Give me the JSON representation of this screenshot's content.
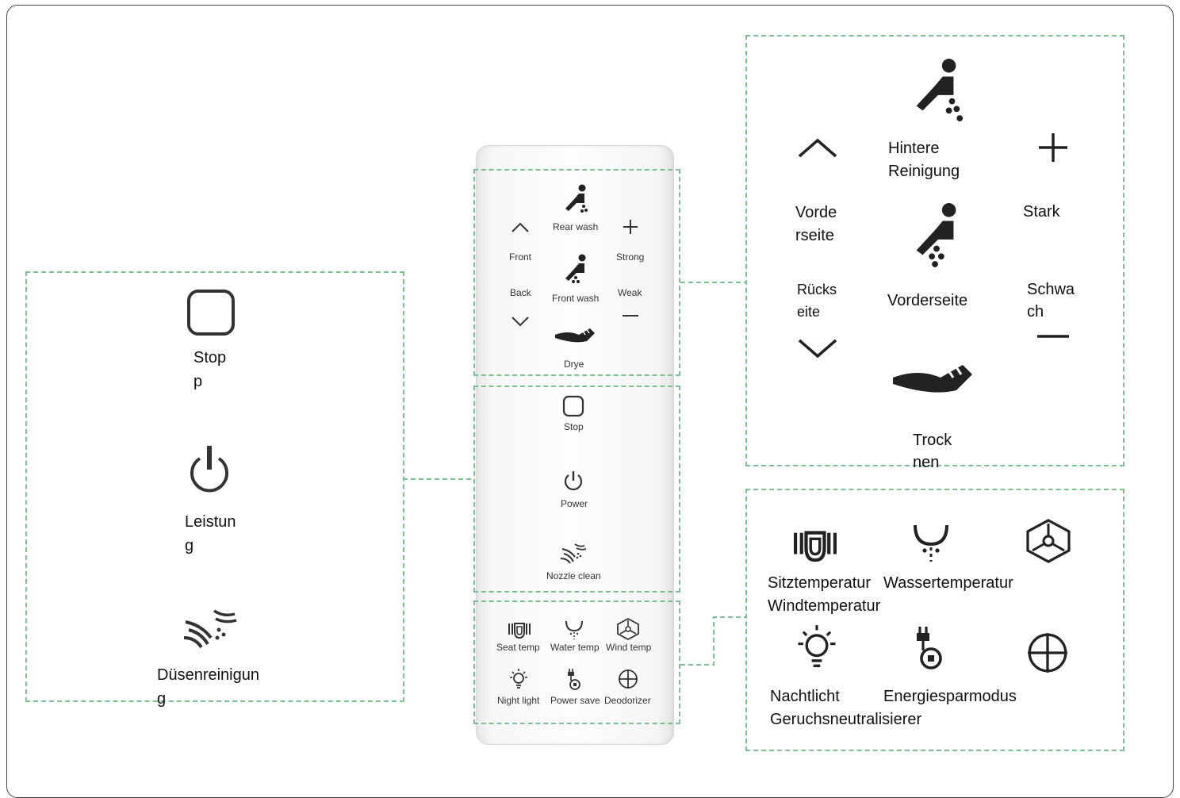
{
  "remote": {
    "front": "Front",
    "back": "Back",
    "rear_wash": "Rear wash",
    "front_wash": "Front wash",
    "strong": "Strong",
    "weak": "Weak",
    "drye": "Drye",
    "stop": "Stop",
    "power": "Power",
    "nozzle_clean": "Nozzle clean",
    "seat_temp": "Seat temp",
    "water_temp": "Water temp",
    "wind_temp": "Wind temp",
    "night_light": "Night light",
    "power_save": "Power save",
    "deodorizer": "Deodorizer"
  },
  "left_panel": {
    "stop_l1": "Stop",
    "stop_l2": "p",
    "power_l1": "Leistun",
    "power_l2": "g",
    "nozzle_l1": "Düsenreinigun",
    "nozzle_l2": "g"
  },
  "wash_panel": {
    "rear_l1": "Hintere",
    "rear_l2": "Reinigung",
    "front_side_l1": "Vorde",
    "front_side_l2": "rseite",
    "back_side_l1": "Rücks",
    "back_side_l2": "eite",
    "front_wash": "Vorderseite",
    "strong": "Stark",
    "weak_l1": "Schwa",
    "weak_l2": "ch",
    "dry_l1": "Trock",
    "dry_l2": "nen"
  },
  "settings_panel": {
    "seat_temp": "Sitztemperatur",
    "water_temp": "Wassertemperatur",
    "wind_temp": "Windtemperatur",
    "night_light": "Nachtlicht",
    "power_save": "Energiesparmodus",
    "deodorizer": "Geruchsneutralisierer"
  },
  "colors": {
    "dash": "#7dbf8f",
    "ink": "#222222"
  }
}
